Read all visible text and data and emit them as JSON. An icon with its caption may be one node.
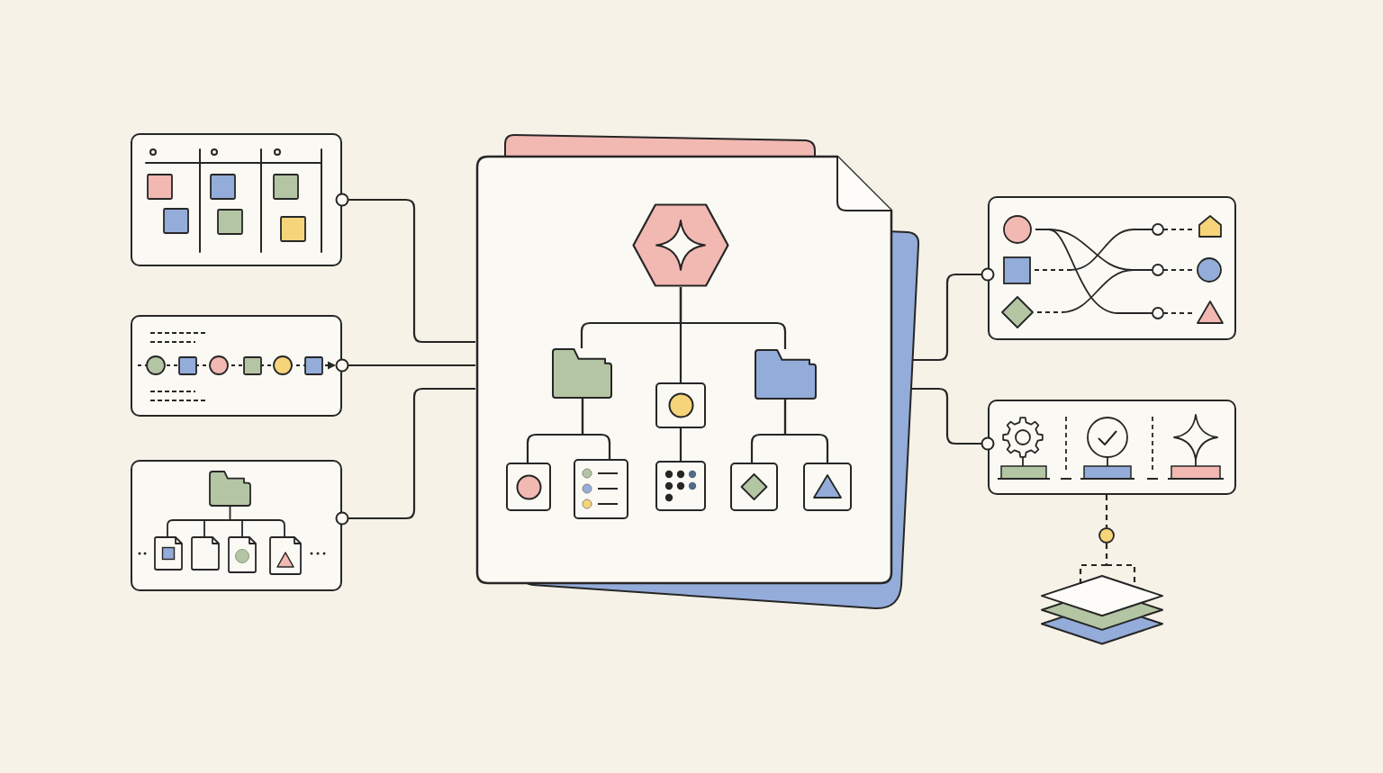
{
  "diagram": {
    "nodes": [
      {
        "text": [],
        "shape": "box"
      },
      {
        "text": [],
        "shape": "box"
      },
      {
        "text": [],
        "shape": "box"
      },
      {
        "text": [],
        "shape": "document"
      },
      {
        "text": [],
        "shape": "hexagon",
        "in": 3
      },
      {
        "text": [],
        "shape": "folder",
        "in": 3
      },
      {
        "text": [],
        "shape": "box",
        "in": 3
      },
      {
        "text": [],
        "shape": "folder",
        "in": 3
      },
      {
        "text": [],
        "shape": "box",
        "in": 3
      },
      {
        "text": [],
        "shape": "box",
        "in": 3
      },
      {
        "text": [],
        "shape": "box",
        "in": 3
      },
      {
        "text": [],
        "shape": "box",
        "in": 3
      },
      {
        "text": [],
        "shape": "box",
        "in": 3
      },
      {
        "text": [],
        "shape": "box"
      },
      {
        "text": [],
        "shape": "box"
      },
      {
        "text": [],
        "shape": "circle"
      },
      {
        "text": [],
        "shape": "picture"
      }
    ],
    "edges": [
      {
        "from": 0,
        "to": 3,
        "arrow": "other"
      },
      {
        "from": 1,
        "to": 3,
        "arrow": "other"
      },
      {
        "from": 2,
        "to": 3,
        "arrow": "other"
      },
      {
        "from": 13,
        "to": 3,
        "arrow": "other"
      },
      {
        "from": 14,
        "to": 3,
        "arrow": "other"
      },
      {
        "from": 4,
        "to": 5,
        "arrow": "none"
      },
      {
        "from": 4,
        "to": 6,
        "arrow": "none"
      },
      {
        "from": 4,
        "to": 7,
        "arrow": "none"
      },
      {
        "from": 5,
        "to": 8,
        "arrow": "none"
      },
      {
        "from": 5,
        "to": 9,
        "arrow": "none"
      },
      {
        "from": 6,
        "to": 10,
        "arrow": "none"
      },
      {
        "from": 7,
        "to": 11,
        "arrow": "none"
      },
      {
        "from": 7,
        "to": 12,
        "arrow": "none"
      },
      {
        "from": 14,
        "to": 15,
        "arrow": "none",
        "style": "dashed"
      },
      {
        "from": 15,
        "to": 16,
        "arrow": "none",
        "style": "dashed"
      }
    ]
  }
}
